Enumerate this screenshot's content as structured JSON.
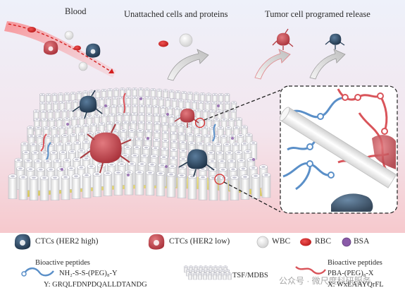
{
  "labels": {
    "blood": "Blood",
    "unattached": "Unattached cells and proteins",
    "release": "Tumor cell programed release"
  },
  "legend": {
    "ctc_high": "CTCs (HER2 high)",
    "ctc_low": "CTCs (HER2 low)",
    "wbc": "WBC",
    "rbc": "RBC",
    "bsa": "BSA",
    "left_peptide_title": "Bioactive peptides",
    "left_peptide_formula": "NH₂-S-S-(PEG)₈-Y",
    "left_peptide_seq": "Y:  GRQLFDNPDQALLDTANDG",
    "tsf": "TSF/MDBS",
    "right_peptide_title": "Bioactive peptides",
    "right_peptide_formula": "PBA-(PEG)₈-X",
    "right_peptide_seq": "X:  WxEAAYQrFL"
  },
  "watermark": "公众号 · 微尺度科研服务",
  "colors": {
    "ctc_high": "#2f4a63",
    "ctc_low": "#c8474d",
    "rbc": "#d42a2a",
    "wbc": "#f2f2f2",
    "bsa": "#8a5aa8",
    "peptide_blue": "#5a8fc8",
    "peptide_red": "#d9545a",
    "substrate": "#e6d86a"
  },
  "icons": [
    "ctc-high-icon",
    "ctc-low-icon",
    "wbc-icon",
    "rbc-icon",
    "bsa-icon",
    "arrow-icon",
    "peptide-icon",
    "tsf-mdbs-icon"
  ]
}
